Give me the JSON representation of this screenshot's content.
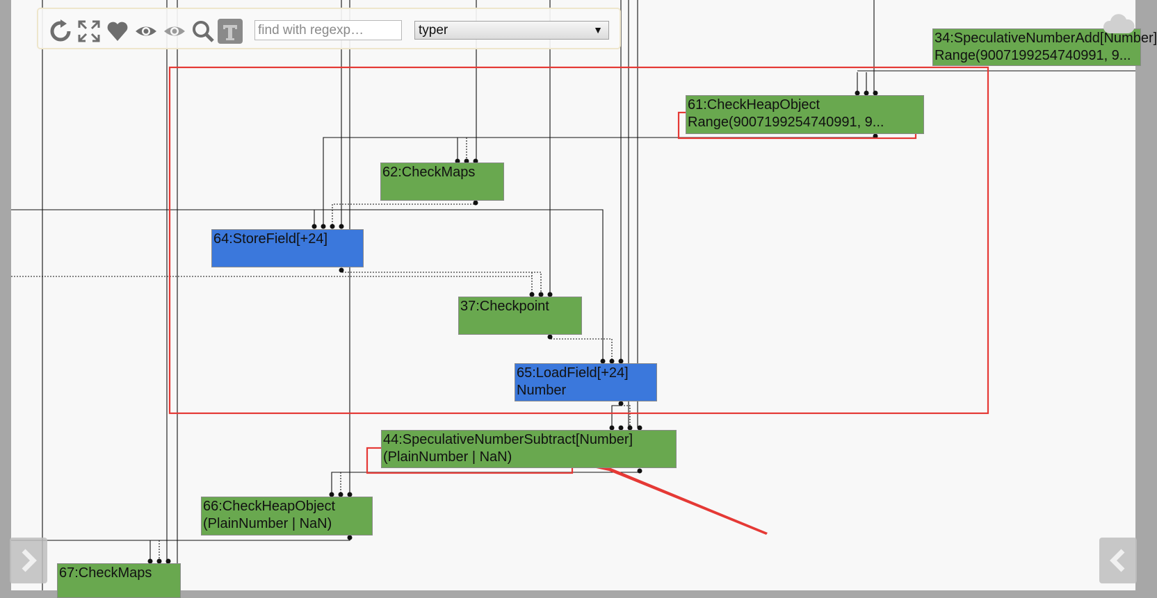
{
  "toolbar": {
    "buttons": [
      {
        "name": "layout-refresh-icon",
        "title": "relayout graph"
      },
      {
        "name": "fit-screen-icon",
        "title": "show all nodes"
      },
      {
        "name": "favorite-heart-icon",
        "title": "toggle selection"
      },
      {
        "name": "show-eye-icon",
        "title": "show selected"
      },
      {
        "name": "hide-eye-icon",
        "title": "hide selected"
      },
      {
        "name": "zoom-search-icon",
        "title": "zoom to selection"
      },
      {
        "name": "toggle-types-icon",
        "title": "toggle types"
      }
    ],
    "search_placeholder": "find with regexp…",
    "search_value": "",
    "phase_selected": "typer"
  },
  "nodes": {
    "n34": {
      "line1": "34:SpeculativeNumberAdd[Number]",
      "line2": "Range(9007199254740991, 9..."
    },
    "n61": {
      "line1": "61:CheckHeapObject",
      "line2": "Range(9007199254740991, 9..."
    },
    "n62": {
      "line1": "62:CheckMaps"
    },
    "n64": {
      "line1": "64:StoreField[+24]"
    },
    "n37": {
      "line1": "37:Checkpoint"
    },
    "n65": {
      "line1": "65:LoadField[+24]",
      "line2": "Number"
    },
    "n44": {
      "line1": "44:SpeculativeNumberSubtract[Number]",
      "line2": "(PlainNumber | NaN)"
    },
    "n66": {
      "line1": "66:CheckHeapObject",
      "line2": "(PlainNumber | NaN)"
    },
    "n67": {
      "line1": "67:CheckMaps"
    }
  },
  "colors": {
    "node_green": "#69a84f",
    "node_blue": "#3b78dc",
    "annotation_red": "#e53935",
    "canvas_bg": "#f8f8f8"
  }
}
